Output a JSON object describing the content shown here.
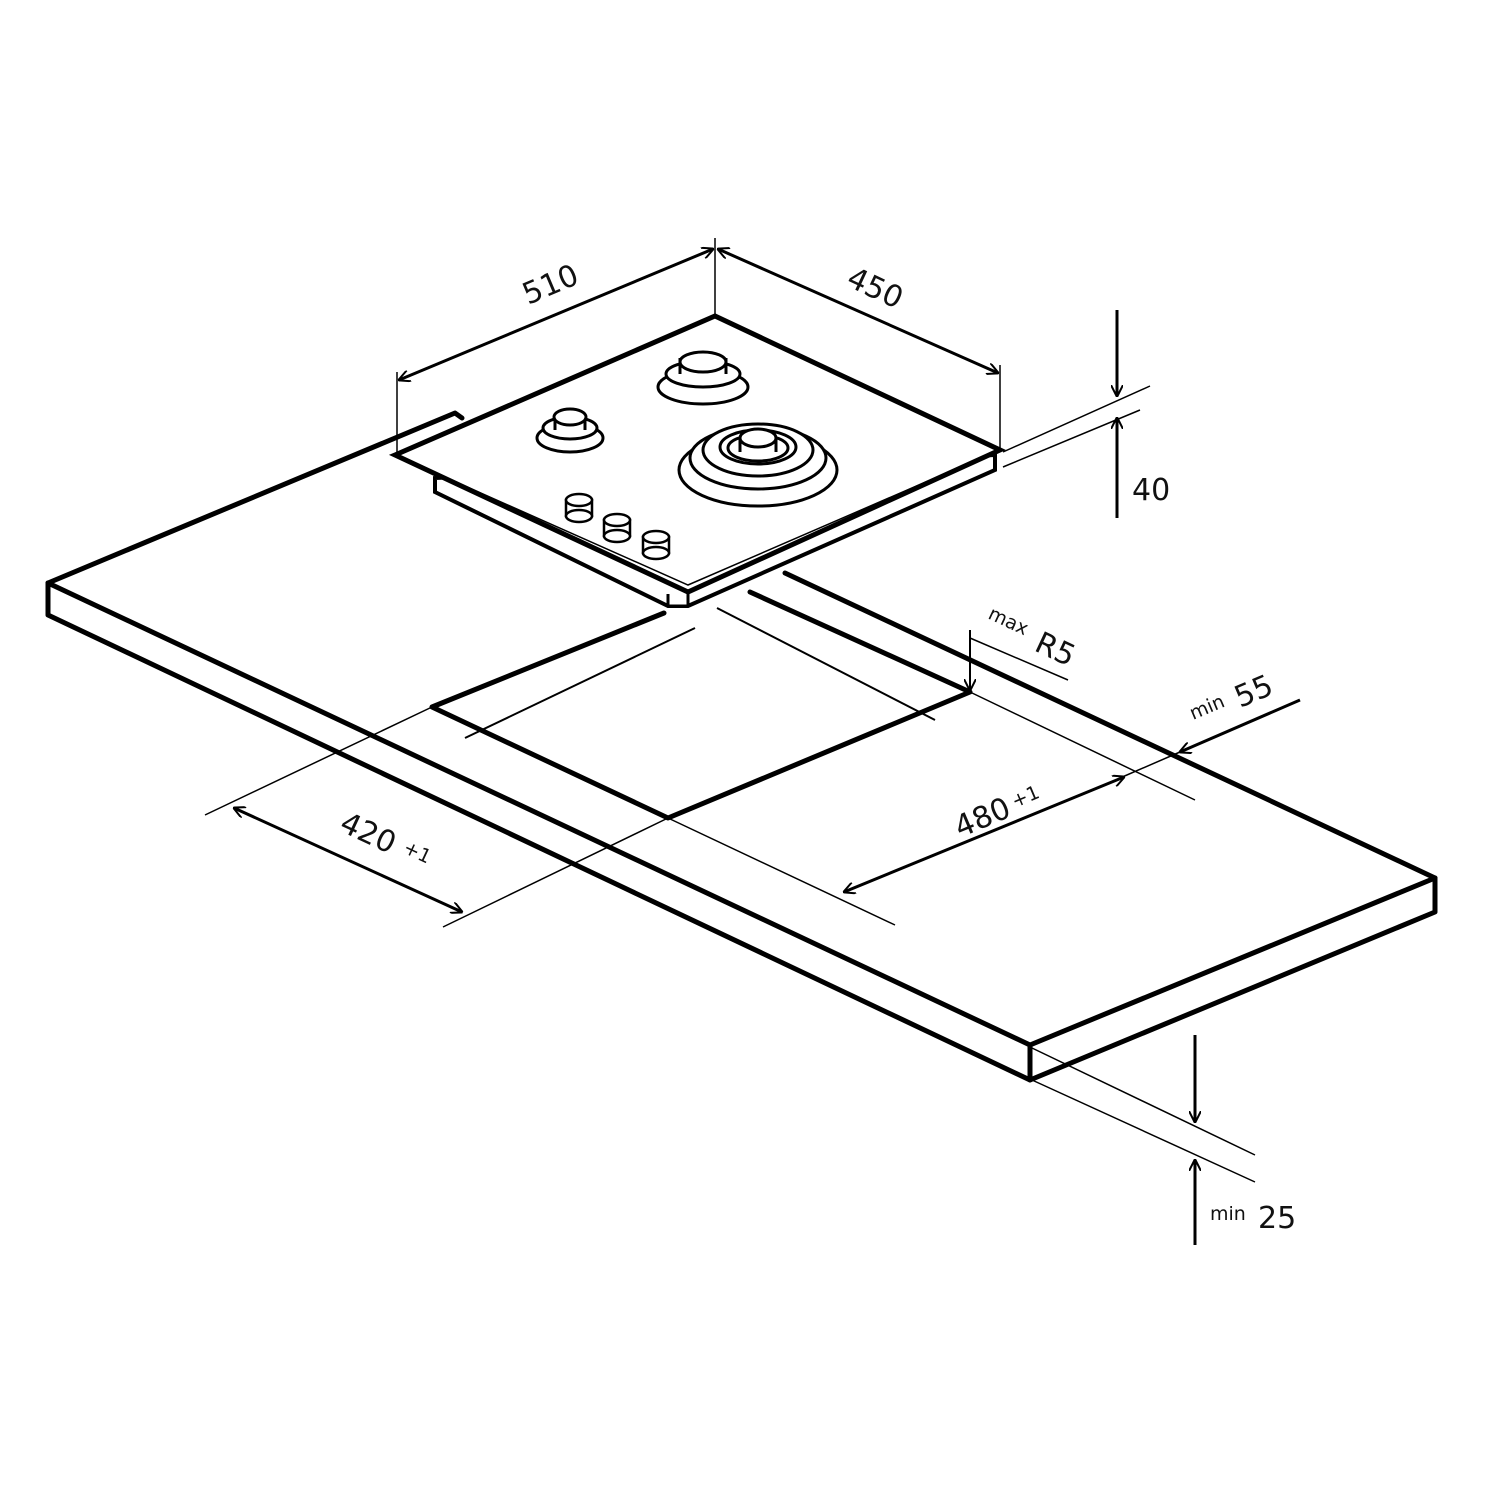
{
  "diagram": {
    "dimensions": {
      "hob_width": "510",
      "hob_depth": "450",
      "hob_height": "40",
      "corner_radius_prefix": "max",
      "corner_radius": "R5",
      "rear_gap_prefix": "min",
      "rear_gap": "55",
      "cutout_width": "480",
      "cutout_width_tol": "+1",
      "cutout_depth": "420",
      "cutout_depth_tol": "+1",
      "worktop_thickness_prefix": "min",
      "worktop_thickness": "25"
    }
  }
}
